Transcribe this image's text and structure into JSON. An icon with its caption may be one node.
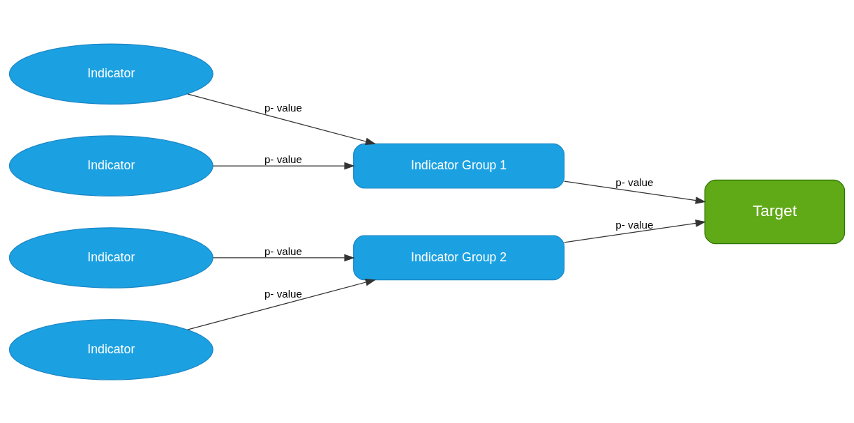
{
  "diagram": {
    "nodes": [
      {
        "text": [
          "Indicator"
        ]
      },
      {
        "text": [
          "Indicator"
        ]
      },
      {
        "text": [
          "Indicator Group 1"
        ]
      },
      {
        "text": [
          "Target"
        ]
      },
      {
        "text": [
          "Indicator"
        ]
      },
      {
        "text": [
          "Indicator Group 2"
        ]
      },
      {
        "text": [
          "Indicator"
        ]
      }
    ],
    "edges": [
      {
        "from": 0,
        "to": 2,
        "arrow": "to",
        "label": "p- value"
      },
      {
        "from": 1,
        "to": 2,
        "arrow": "to",
        "label": "p- value"
      },
      {
        "from": 2,
        "to": 3,
        "arrow": "to",
        "label": "p- value"
      },
      {
        "from": 4,
        "to": 5,
        "arrow": "to",
        "label": "p- value"
      },
      {
        "from": 6,
        "to": 5,
        "arrow": "to",
        "label": "p- value"
      },
      {
        "from": 5,
        "to": 3,
        "arrow": "to",
        "label": "p- value"
      }
    ]
  }
}
